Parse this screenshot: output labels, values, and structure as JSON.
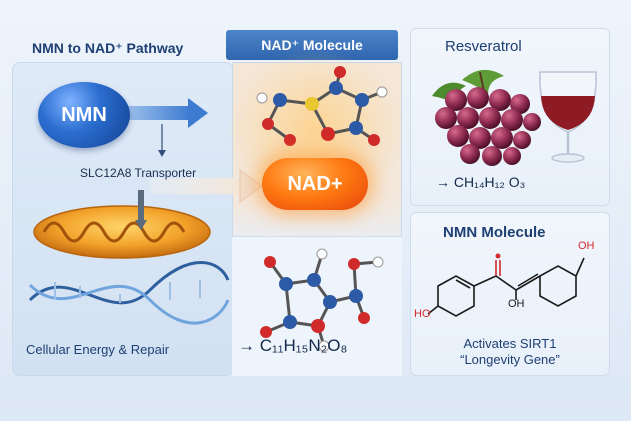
{
  "left_panel": {
    "title": "NMN to NAD⁺ Pathway",
    "nmn_label": "NMN",
    "transporter_label": "SLC12A8 Transporter",
    "caption": "Cellular Energy & Repair"
  },
  "mid_panel": {
    "banner": "NAD⁺ Molecule",
    "nad_label": "NAD+",
    "formula": "→ C₁₁H₁₅N₂O₈"
  },
  "right_top": {
    "title": "Resveratrol",
    "formula": "→ CH₁₄H₁₂ O₃"
  },
  "right_bottom": {
    "title": "NMN Molecule",
    "oh_top": "OH",
    "oh_left": "HO",
    "oh_mid": "OH",
    "activates_line1": "Activates SIRT1",
    "activates_line2": "“Longevity Gene”"
  },
  "colors": {
    "nmn_blue": "#2b6ed0",
    "nad_orange": "#ff7a12",
    "banner_blue": "#3a72bb",
    "wine_red": "#8e1a24",
    "grape_purple": "#7a2a4a"
  }
}
